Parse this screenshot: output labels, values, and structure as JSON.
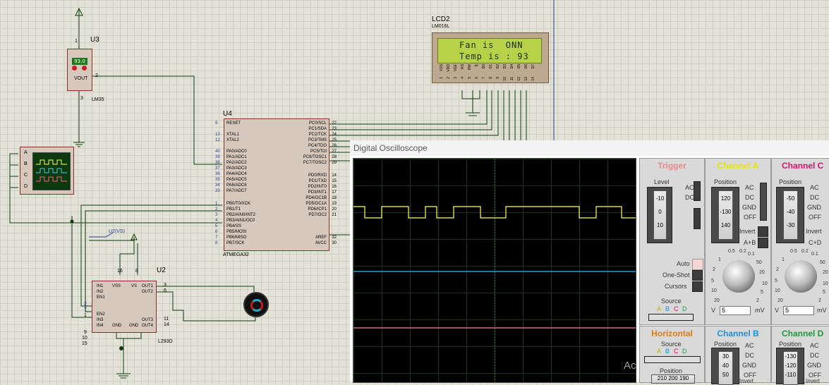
{
  "schematic": {
    "u3": {
      "ref": "U3",
      "part": "LM35",
      "pin1": "1",
      "pin2": "2",
      "pin3": "3",
      "vout": "VOUT",
      "display": "93.0"
    },
    "lcd": {
      "ref": "LCD2",
      "part": "LM016L",
      "line1": "Fan is  ONN",
      "line2": "Temp is : 93",
      "pins": [
        "VSS",
        "VDD",
        "VEE",
        "RS",
        "RW",
        "E",
        "D0",
        "D1",
        "D2",
        "D3",
        "D4",
        "D5",
        "D6",
        "D7"
      ],
      "pin_numbers": [
        "1",
        "2",
        "3",
        "4",
        "5",
        "6",
        "7",
        "8",
        "9",
        "10",
        "11",
        "12",
        "13",
        "14"
      ]
    },
    "u4": {
      "ref": "U4",
      "part": "ATMEGA32",
      "left_pins": [
        {
          "num": "9",
          "name": "RESET"
        },
        {
          "num": "13",
          "name": "XTAL1"
        },
        {
          "num": "12",
          "name": "XTAL2"
        },
        {
          "num": "40",
          "name": "PA0/ADC0"
        },
        {
          "num": "39",
          "name": "PA1/ADC1"
        },
        {
          "num": "38",
          "name": "PA2/ADC2"
        },
        {
          "num": "37",
          "name": "PA3/ADC3"
        },
        {
          "num": "36",
          "name": "PA4/ADC4"
        },
        {
          "num": "35",
          "name": "PA5/ADC5"
        },
        {
          "num": "34",
          "name": "PA6/ADC6"
        },
        {
          "num": "33",
          "name": "PA7/ADC7"
        },
        {
          "num": "1",
          "name": "PB0/T0/XCK"
        },
        {
          "num": "2",
          "name": "PB1/T1"
        },
        {
          "num": "3",
          "name": "PB2/AIN0/INT2"
        },
        {
          "num": "4",
          "name": "PB3/AIN1/OC0"
        },
        {
          "num": "5",
          "name": "PB4/SS"
        },
        {
          "num": "6",
          "name": "PB5/MOSI"
        },
        {
          "num": "7",
          "name": "PB6/MISO"
        },
        {
          "num": "8",
          "name": "PB7/SCK"
        }
      ],
      "right_pins": [
        {
          "num": "22",
          "name": "PC0/SCL"
        },
        {
          "num": "23",
          "name": "PC1/SDA"
        },
        {
          "num": "24",
          "name": "PC2/TCK"
        },
        {
          "num": "25",
          "name": "PC3/TMS"
        },
        {
          "num": "26",
          "name": "PC4/TDO"
        },
        {
          "num": "27",
          "name": "PC5/TDI"
        },
        {
          "num": "28",
          "name": "PC6/TOSC1"
        },
        {
          "num": "29",
          "name": "PC7/TOSC2"
        },
        {
          "num": "14",
          "name": "PD0/RXD"
        },
        {
          "num": "15",
          "name": "PD1/TXD"
        },
        {
          "num": "16",
          "name": "PD2/INT0"
        },
        {
          "num": "17",
          "name": "PD3/INT1"
        },
        {
          "num": "18",
          "name": "PD4/OC1B"
        },
        {
          "num": "19",
          "name": "PD5/OC1A"
        },
        {
          "num": "20",
          "name": "PD6/ICP1"
        },
        {
          "num": "21",
          "name": "PD7/OC2"
        },
        {
          "num": "32",
          "name": "AREF"
        },
        {
          "num": "30",
          "name": "AVCC"
        }
      ]
    },
    "u2": {
      "ref": "U2",
      "part": "L293D",
      "vs_label": "U2(VS)",
      "pins": {
        "in1": "IN1",
        "in2": "IN2",
        "en1": "EN1",
        "en2": "EN2",
        "in3": "IN3",
        "in4": "IN4",
        "vss": "VSS",
        "vs": "VS",
        "out1": "OUT1",
        "out2": "OUT2",
        "out3": "OUT3",
        "out4": "OUT4",
        "gnd": "GND"
      },
      "nums": {
        "in1": "2",
        "in2": "7",
        "en1": "1",
        "en2": "9",
        "in3": "10",
        "in4": "15",
        "vss": "16",
        "vs": "8",
        "out1": "3",
        "out2": "6",
        "out3": "11",
        "out4": "14"
      }
    },
    "scope_channels": [
      "A",
      "B",
      "C",
      "D"
    ]
  },
  "oscilloscope": {
    "title": "Digital Oscilloscope",
    "trigger": {
      "header": "Trigger",
      "level_label": "Level",
      "scale": [
        "-10",
        "0",
        "10"
      ],
      "ac": "AC",
      "dc": "DC",
      "auto": "Auto",
      "one_shot": "One-Shot",
      "cursors": "Cursors",
      "source_label": "Source",
      "sources": [
        "A",
        "B",
        "C",
        "D"
      ]
    },
    "channel_a": {
      "header": "Channel A",
      "position_label": "Position",
      "scale": [
        "120",
        "-130",
        "140"
      ],
      "ac": "AC",
      "dc": "DC",
      "gnd": "GND",
      "off": "OFF",
      "invert": "Invert",
      "combine": "A+B",
      "dial": [
        "0.5",
        "0.2",
        "0.1",
        "1",
        "50",
        "2",
        "20",
        "5",
        "10",
        "10",
        "5",
        "20",
        "2"
      ],
      "unit_v": "V",
      "value": "5",
      "unit_mv": "mV"
    },
    "channel_c": {
      "header": "Channel C",
      "position_label": "Position",
      "scale": [
        "-50",
        "-40",
        "-30"
      ],
      "ac": "AC",
      "dc": "DC",
      "gnd": "GND",
      "off": "OFF",
      "invert": "Invert",
      "combine": "C+D",
      "dial": [
        "0.5",
        "0.2",
        "0.1",
        "1",
        "50",
        "2",
        "20",
        "5",
        "10",
        "10",
        "5",
        "20",
        "2"
      ],
      "unit_v": "V",
      "value": "5",
      "unit_mv": "mV"
    },
    "horizontal": {
      "header": "Horizontal",
      "source_label": "Source",
      "sources": [
        "A",
        "B",
        "C",
        "D"
      ],
      "position_label": "Position",
      "scale": [
        "210",
        "200",
        "190"
      ]
    },
    "channel_b": {
      "header": "Channel B",
      "position_label": "Position",
      "scale": [
        "30",
        "40",
        "50"
      ],
      "ac": "AC",
      "dc": "DC",
      "gnd": "GND",
      "off": "OFF",
      "invert": "Invert"
    },
    "channel_d": {
      "header": "Channel D",
      "position_label": "Position",
      "scale": [
        "-130",
        "-120",
        "-110"
      ],
      "ac": "AC",
      "dc": "DC",
      "gnd": "GND",
      "off": "OFF",
      "invert": "Invert"
    },
    "colors": {
      "trigger": "#e88a8a",
      "channel_a": "#e6e600",
      "channel_b": "#1f8fd6",
      "channel_c": "#d6156f",
      "channel_d": "#1f9a3a",
      "horizontal": "#e07a12",
      "trace_a": "#ffff66",
      "trace_b": "#3fb6e6",
      "trace_c": "#f08aa0"
    },
    "watermark": "Ac"
  }
}
